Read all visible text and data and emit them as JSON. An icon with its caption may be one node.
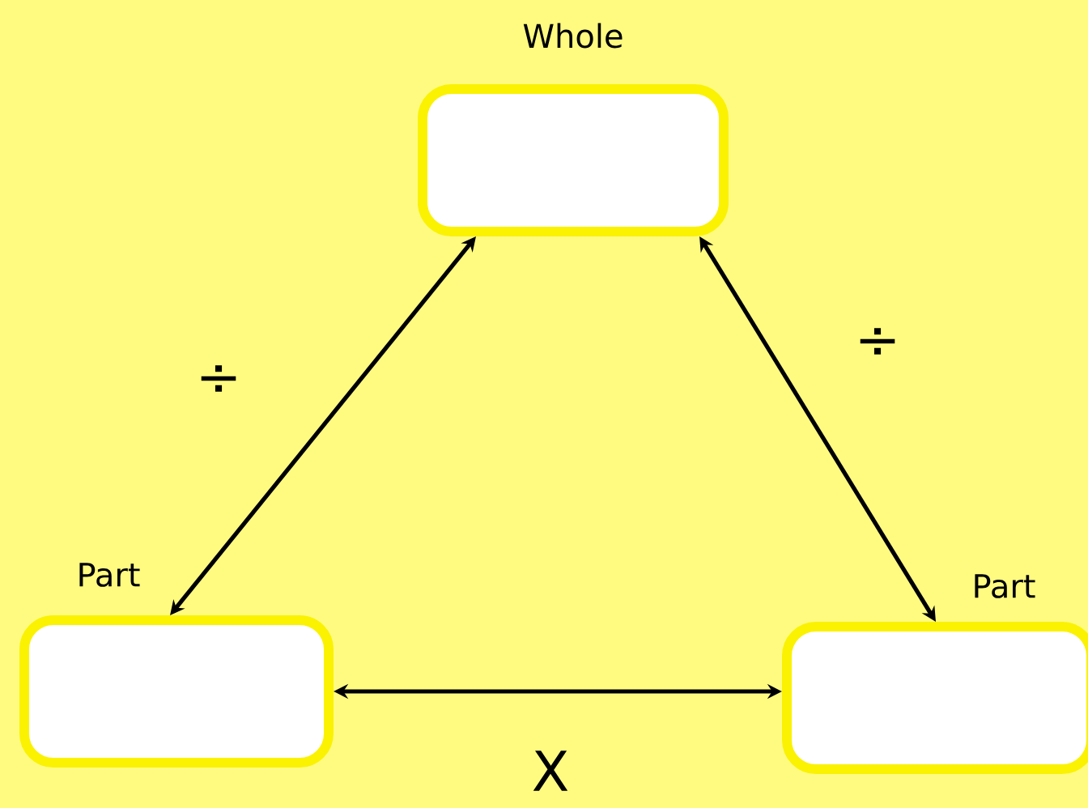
{
  "diagram": {
    "nodes": [
      {
        "text": [
          "Whole"
        ]
      },
      {
        "text": [
          "Part"
        ]
      },
      {
        "text": [
          "Part"
        ]
      }
    ],
    "edges": [
      {
        "from": 1,
        "to": 0,
        "arrow": "both",
        "label": "÷"
      },
      {
        "from": 0,
        "to": 2,
        "arrow": "both",
        "label": "÷"
      },
      {
        "from": 1,
        "to": 2,
        "arrow": "both",
        "label": "X"
      }
    ]
  }
}
